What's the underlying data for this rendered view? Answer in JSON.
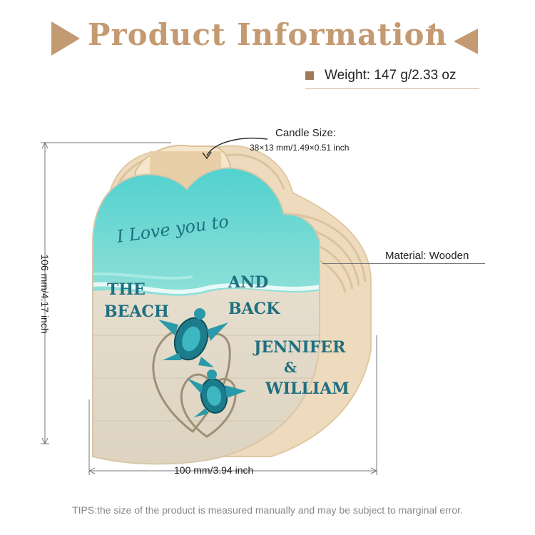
{
  "header": {
    "title": "Product Information"
  },
  "specs": {
    "weight": "Weight: 147 g/2.33 oz",
    "candle_size_title": "Candle Size:",
    "candle_size_dims": "38×13 mm/1.49×0.51 inch",
    "material": "Material: Wooden",
    "height": "106 mm/4.17 inch",
    "width": "100 mm/3.94 inch"
  },
  "product_art": {
    "script_line": "I Love you to",
    "left_words": [
      "THE",
      "BEACH"
    ],
    "right_words": [
      "AND",
      "BACK"
    ],
    "names": [
      "JENNIFER",
      "&",
      "WILLIAM"
    ]
  },
  "footer": {
    "tips": "TIPS:the size of the product is measured manually and may be subject to marginal error."
  },
  "colors": {
    "accent": "#c49a72",
    "sea": "#3fc4c8",
    "sand": "#e4dccd",
    "wood": "#f1e2c7",
    "ink": "#1f6f80"
  }
}
